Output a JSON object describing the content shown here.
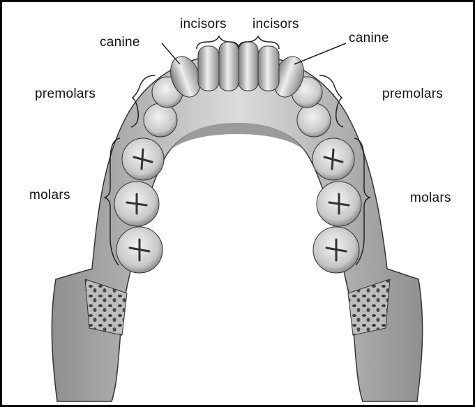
{
  "labels": {
    "incisors_left": "incisors",
    "incisors_right": "incisors",
    "canine_left": "canine",
    "canine_right": "canine",
    "premolars_left": "premolars",
    "premolars_right": "premolars",
    "molars_left": "molars",
    "molars_right": "molars"
  },
  "colors": {
    "border": "#000000",
    "line": "#222222",
    "bone_light": "#d9d9d9",
    "bone_dark": "#9a9a9a",
    "tooth": "#e6e6e6",
    "shadow": "#6e6e6e"
  }
}
